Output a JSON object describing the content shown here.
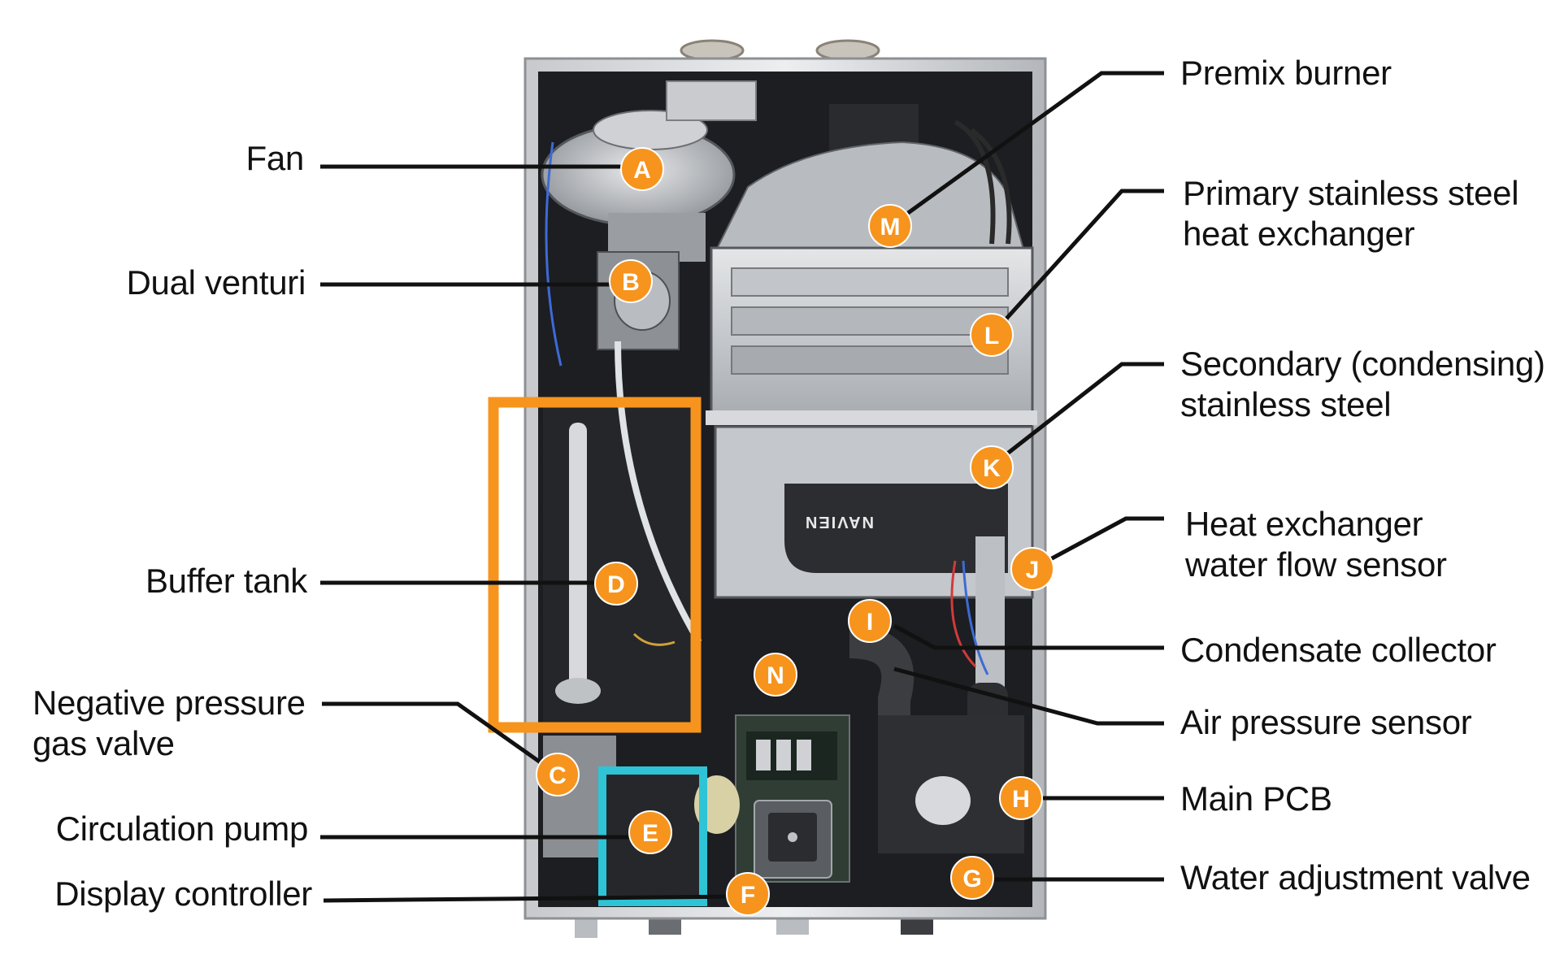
{
  "colors": {
    "badge": "#f7941d",
    "buffer_box": "#f7941d",
    "pump_box": "#2ec4d6",
    "line": "#111111",
    "housing": "#d9dadc",
    "interior": "#1c1e22"
  },
  "appliance": {
    "brand_mark": "NAVIEN"
  },
  "labels_left": [
    {
      "text": "Fan",
      "badge": "A"
    },
    {
      "text": "Dual venturi",
      "badge": "B"
    },
    {
      "text": "Buffer tank",
      "badge": "D"
    },
    {
      "text": "Negative pressure\ngas valve",
      "badge": "C"
    },
    {
      "text": "Circulation pump",
      "badge": "E"
    },
    {
      "text": "Display controller",
      "badge": "F"
    }
  ],
  "labels_right": [
    {
      "text": "Premix burner",
      "badge": "M"
    },
    {
      "text": "Primary stainless steel\nheat exchanger",
      "badge": "L"
    },
    {
      "text": "Secondary (condensing)\nstainless steel",
      "badge": "K"
    },
    {
      "text": "Heat exchanger\nwater flow sensor",
      "badge": "J"
    },
    {
      "text": "Condensate collector",
      "badge": "I"
    },
    {
      "text": "Air pressure sensor",
      "badge": "N"
    },
    {
      "text": "Main PCB",
      "badge": "H"
    },
    {
      "text": "Water adjustment valve",
      "badge": "G"
    }
  ],
  "badges": [
    "A",
    "B",
    "C",
    "D",
    "E",
    "F",
    "G",
    "H",
    "I",
    "J",
    "K",
    "L",
    "M",
    "N"
  ]
}
